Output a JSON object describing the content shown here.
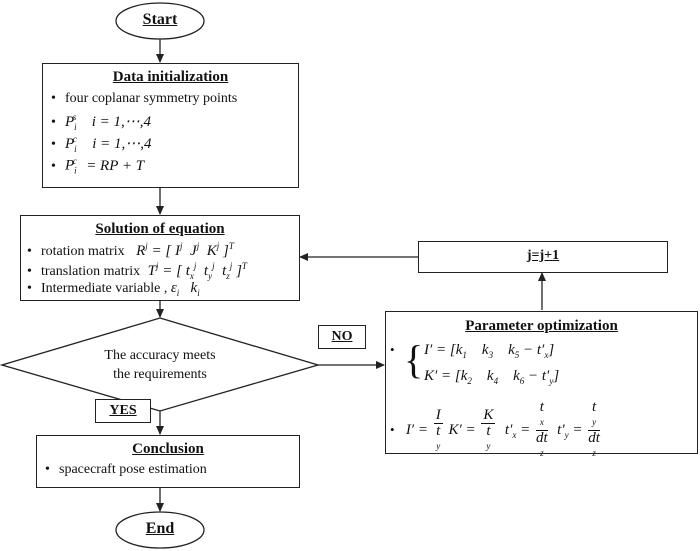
{
  "start": "Start",
  "end": "End",
  "init": {
    "title": "Data initialization",
    "items": [
      "four coplanar symmetry points",
      "i = 1,⋯,4",
      "i = 1,⋯,4",
      "= RP + T"
    ]
  },
  "solution": {
    "title": "Solution of equation",
    "rotation_label": "rotation matrix",
    "translation_label": "translation matrix",
    "intermediate_label": "Intermediate variable ,"
  },
  "decision": {
    "line1": "The accuracy meets",
    "line2": "the requirements"
  },
  "no_label": "NO",
  "yes_label": "YES",
  "counter": "j=j+1",
  "optimization": {
    "title": "Parameter optimization"
  },
  "conclusion": {
    "title": "Conclusion",
    "item": "spacecraft pose estimation"
  }
}
